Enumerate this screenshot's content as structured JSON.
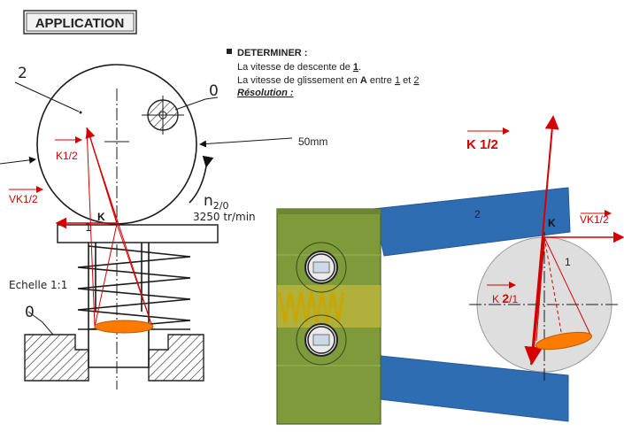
{
  "title": "APPLICATION",
  "task": {
    "heading": "DETERMINER :",
    "line1_pre": "La vitesse de descente de ",
    "line1_part": "1",
    "line1_post": ".",
    "line2_pre": "La vitesse de glissement en ",
    "line2_point": "A",
    "line2_mid": " entre ",
    "line2_p1": "1",
    "line2_and": " et ",
    "line2_p2": "2",
    "resolution": "Résolution :"
  },
  "left_drawing": {
    "part_wheel": "2",
    "part_axis": "0",
    "part_frame": "0",
    "part_piston": "1",
    "dimension": "50mm",
    "rotation_symbol": "n",
    "rotation_sub": "2/0",
    "rotation_speed": "3250 tr/min",
    "scale": "Echelle 1:1",
    "label_k": "K",
    "vector_k12": "K1/2",
    "vector_vk12": "VK1/2"
  },
  "right_drawing": {
    "title_vector": "K 1/2",
    "part_arm": "2",
    "part_disc": "1",
    "label_k": "K",
    "vector_vk12": "VK1/2",
    "vector_k21_a": "K ",
    "vector_k21_b": "2",
    "vector_k21_c": "/1"
  },
  "colors": {
    "vector_red": "#d40000",
    "arm_blue": "#2f6db3",
    "body_green": "#7f9a3a",
    "ellipse_orange": "#ff7a00",
    "disc_grey": "#dedede",
    "spring_yellow": "#d9c23a"
  }
}
